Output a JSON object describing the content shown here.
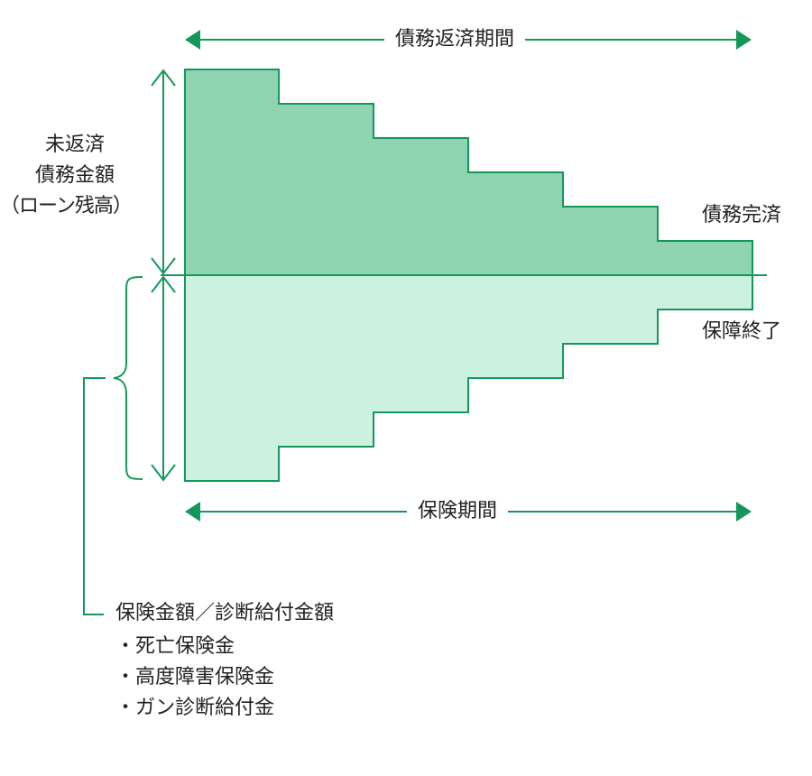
{
  "labels": {
    "debt_period": "債務返済期間",
    "unpaid_line1": "未返済",
    "unpaid_line2": "債務金額",
    "unpaid_line3": "（ローン残高）",
    "debt_complete": "債務完済",
    "coverage_end": "保障終了",
    "insurance_period": "保険期間",
    "amount_title": "保険金額／診断給付金額",
    "amount_items": [
      "・死亡保険金",
      "・高度障害保険金",
      "・ガン診断給付金"
    ]
  },
  "colors": {
    "accent": "#14985a",
    "debt_fill": "#8fd3b3",
    "insurance_fill": "#cdf1e0",
    "text": "#222222"
  }
}
